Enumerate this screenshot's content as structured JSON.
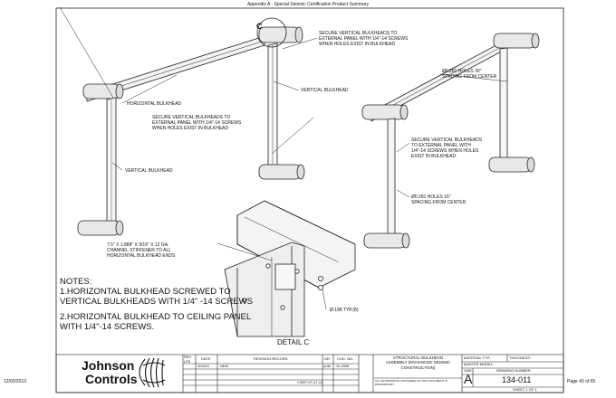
{
  "header": {
    "title": "Appendix A - Special Seismic Certification Product Summary"
  },
  "callouts": {
    "c_label": "C",
    "secure_top": [
      "SECURE VERTICAL BULKHEADS TO",
      "EXTERNAL PANEL WITH 1/4\"-14 SCREWS",
      "WHEN HOLES  EXIST IN BULKHEAD."
    ],
    "vertical_bulkhead_right": "VERTICAL BULKHEAD",
    "holes_30": [
      "Ø0.281 HOLES 30\"",
      "SPACING FROM CENTER"
    ],
    "horizontal_bulkhead": "HORIZONTAL BULKHEAD",
    "secure_left": [
      "SECURE VERTICAL BULKHEADS TO",
      "EXTERNAL PANEL WITH 1/4\"-14 SCREWS",
      "WHEN HOLES EXIST IN BULKHEAD"
    ],
    "secure_right": [
      "SECURE VERTICAL BULKHEADS",
      "TO EXTERNAL PANEL WITH",
      "1/4\"-14 SCREWS WHEN HOLES",
      "EXIST IN BULKHEAD."
    ],
    "vertical_bulkhead_left": "VERTICAL BULKHEAD",
    "holes_16": [
      "Ø0.281 HOLES 16\"",
      "SPACING FROM CENTER"
    ],
    "stiffener": [
      "7.5\" X 1.888\" X 9/16\" X 12 GA.",
      "CHANNEL STIFFENER TO ALL",
      "HORIZONTAL BULKHEAD ENDS"
    ],
    "typ": "Ø.188 TYP.(8)",
    "detail": "DETAIL  C"
  },
  "notes": {
    "heading": "NOTES:",
    "items": [
      "1.HORIZONTAL BULKHEAD SCREWED TO",
      "VERTICAL BULKHEADS WITH 1/4\" -14 SCREWS",
      "2.HORIZONTAL BULKHEAD TO CEILING PANEL",
      "WITH 1/4\"-14 SCREWS."
    ]
  },
  "title_block": {
    "company_line1": "Johnson",
    "company_line2": "Controls",
    "rev_ltr": "REV LTR",
    "date_h": "DATE",
    "revision_record_h": "REVISION RECORD",
    "dr_h": "DR.",
    "chg_no_h": "CHG. NO.",
    "row_date": "3/04/11",
    "row_record": "NEW",
    "row_dr": "AJM",
    "row_chg": "11-2008",
    "row_code": "CSEP-07-47-10",
    "description": [
      "STRUCTURAL BULKHEAD",
      "ASSEMBLY (ENHANCED SEISMIC",
      "CONSTRUCTION)"
    ],
    "material_typ": "MATERIAL TYP.",
    "thickness": "THICKNESS:",
    "master_model": "MASTER MODEL",
    "size_label": "SIZE",
    "size_value": "A",
    "drawing_number_label": "DRAWING NUMBER",
    "drawing_number": "134-011",
    "sheet": "SHEET   1   OF   1",
    "proprietary": "ALL INFORMATION CONTAINED ON THIS DOCUMENT IS PROPRIETARY",
    "left_date": "12/02/2013",
    "page": "Page 43 of 65"
  }
}
